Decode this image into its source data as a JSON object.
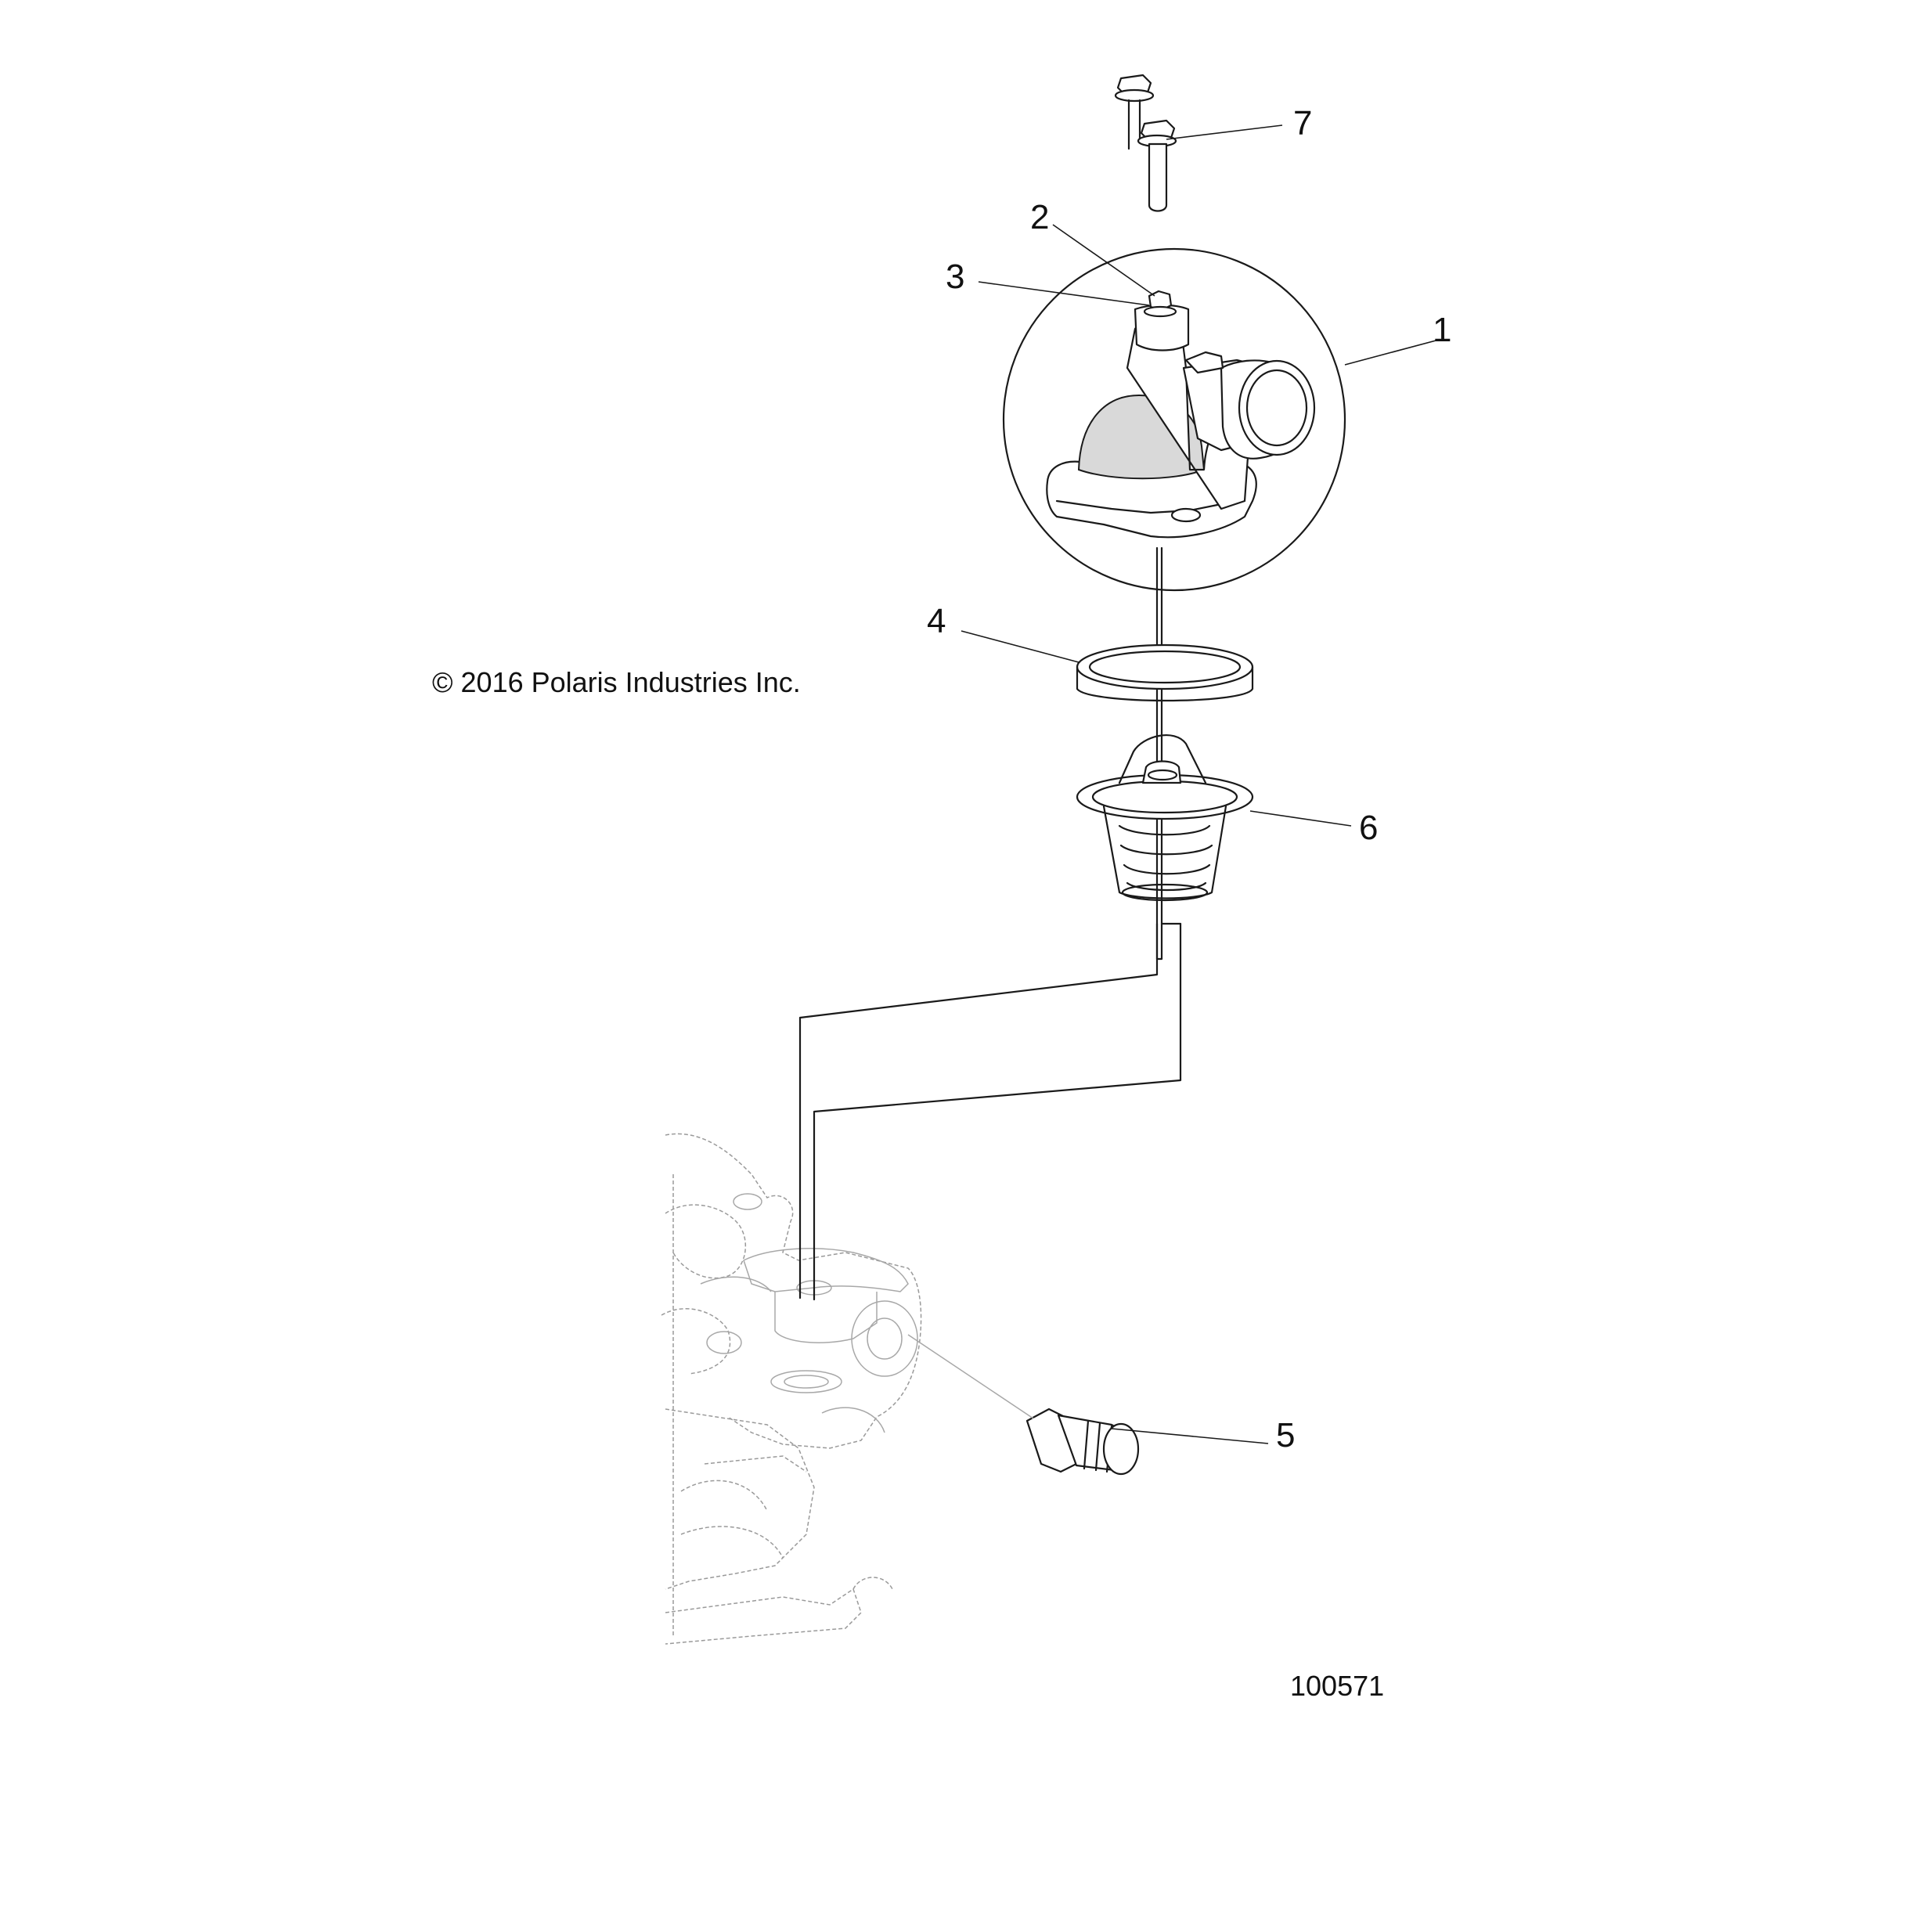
{
  "callouts": {
    "part_1": "1",
    "part_2": "2",
    "part_3": "3",
    "part_4": "4",
    "part_5": "5",
    "part_6": "6",
    "part_7": "7"
  },
  "copyright": "© 2016 Polaris Industries Inc.",
  "drawing_number": "100571"
}
